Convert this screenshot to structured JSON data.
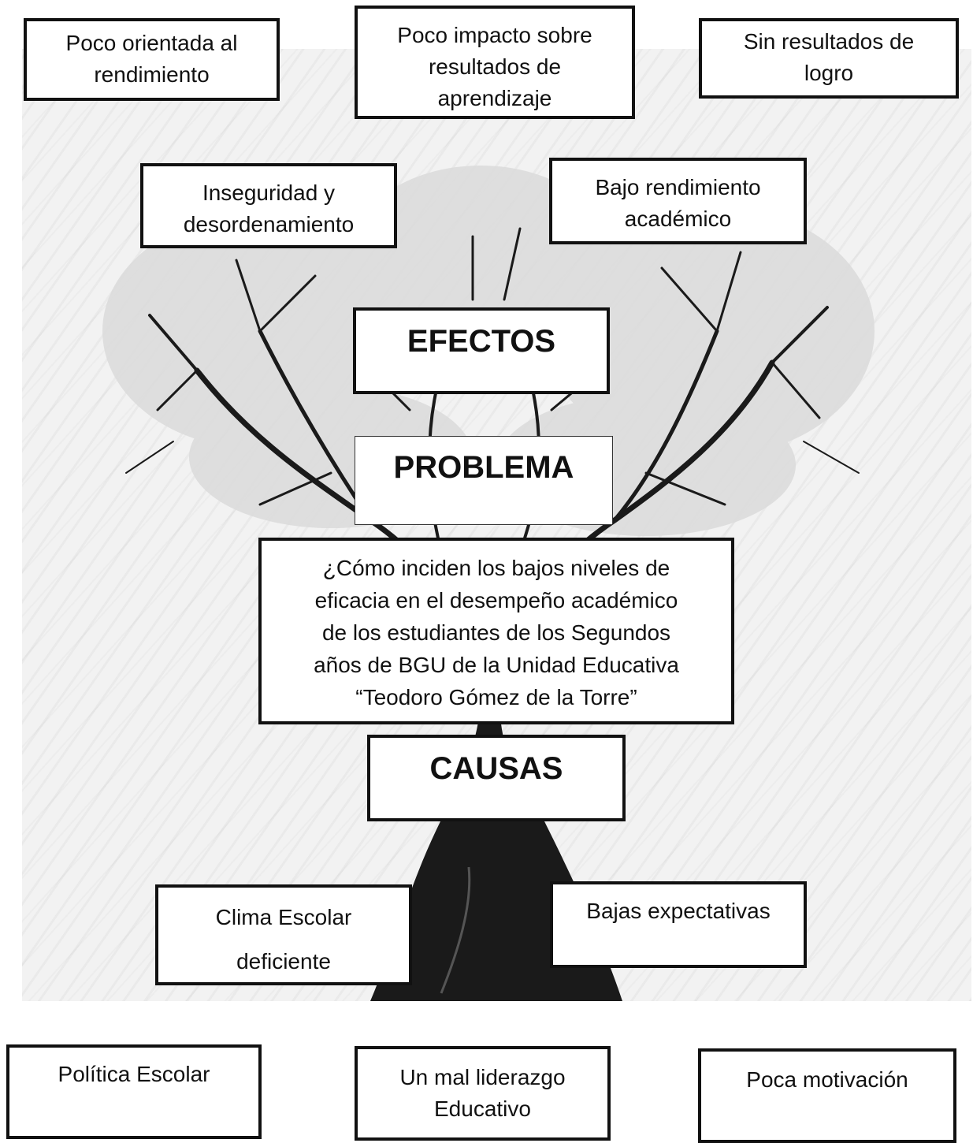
{
  "effects": {
    "top": [
      "Poco orientada al\nrendimiento",
      "Poco impacto sobre\nresultados de\naprendizaje",
      "Sin resultados de\nlogro"
    ],
    "middle": [
      "Inseguridad y\ndesordenamiento",
      "Bajo rendimiento\nacadémico"
    ]
  },
  "headings": {
    "effects": "EFECTOS",
    "problem": "PROBLEMA",
    "causes": "CAUSAS"
  },
  "problem_statement": "¿Cómo inciden los bajos niveles de\neficacia en el desempeño académico\nde los estudiantes de los Segundos\naños de BGU de la Unidad Educativa\n“Teodoro Gómez de la Torre”",
  "causes": {
    "middle_left_line1": "Clima Escolar",
    "middle_left_line2": "deficiente",
    "middle_right": "Bajas expectativas",
    "bottom": [
      "Política Escolar",
      "Un mal liderazgo\nEducativo",
      "Poca motivación"
    ]
  },
  "colors": {
    "border": "#111111",
    "background_art": "#f2f2f2",
    "tree": "#1a1a1a"
  }
}
